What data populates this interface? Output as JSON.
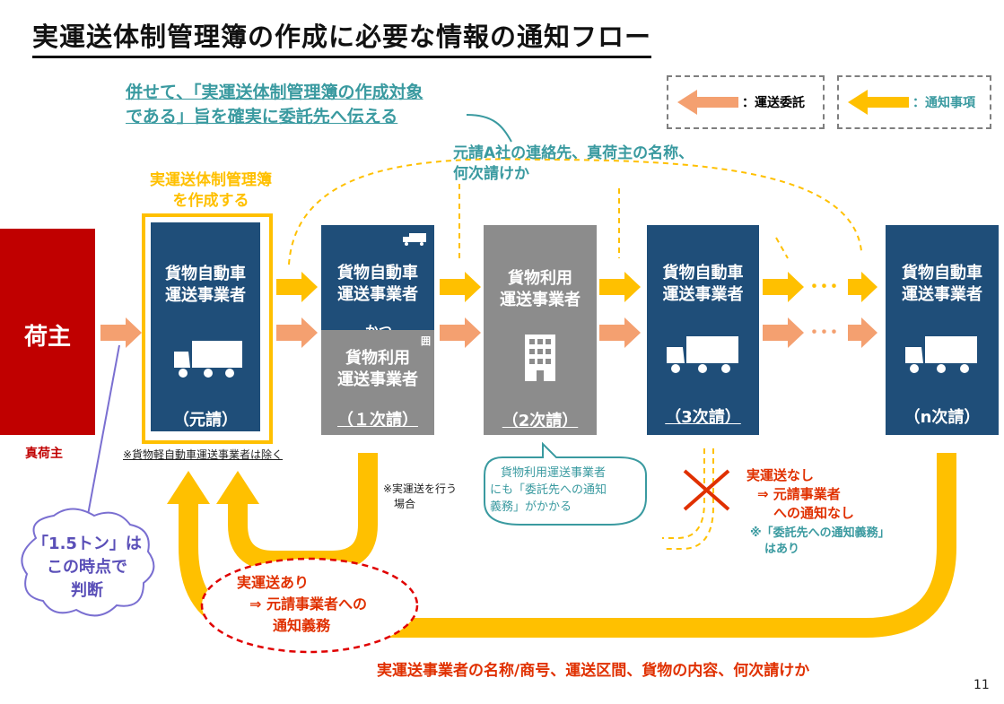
{
  "title": "実運送体制管理簿の作成に必要な情報の通知フロー",
  "top_note": {
    "line1": "併せて、「実運送体制管理簿の作成対象",
    "line2": "である」旨を確実に委託先へ伝える"
  },
  "legend": {
    "consign": "：運送委託",
    "notify": "：通知事項"
  },
  "notice_info": {
    "line1": "元請A社の連絡先、真荷主の名称、",
    "line2": "何次請けか"
  },
  "create_label": {
    "line1": "実運送体制管理簿",
    "line2": "を作成する"
  },
  "shipper": {
    "label": "荷主",
    "caption": "真荷主"
  },
  "prime": {
    "line1": "貨物自動車",
    "line2": "運送事業者",
    "tier": "（元請）"
  },
  "first": {
    "line1": "貨物自動車",
    "line2": "運送事業者",
    "and": "かつ",
    "line3": "貨物利用",
    "line4": "運送事業者",
    "tier": "（１次請）",
    "mark": "囲"
  },
  "second": {
    "line1": "貨物利用",
    "line2": "運送事業者",
    "tier": "（2次請）"
  },
  "third": {
    "line1": "貨物自動車",
    "line2": "運送事業者",
    "tier": "（3次請）"
  },
  "nth": {
    "line1": "貨物自動車",
    "line2": "運送事業者",
    "tier": "（n次請）"
  },
  "exclude_note": "※貨物軽自動車運送事業者は除く",
  "actual_note": {
    "line1": "※実運送を行う",
    "line2": "場合"
  },
  "bubble_teal": {
    "line1": "貨物利用運送事業者",
    "line2": "にも「委託先への通知",
    "line3": "義務」がかかる"
  },
  "cloud": {
    "line1": "「1.5トン」は",
    "line2": "この時点で",
    "line3": "判断"
  },
  "oval": {
    "line1": "実運送あり",
    "line2": "⇒ 元請事業者への",
    "line3": "通知義務"
  },
  "no_actual": {
    "line1": "実運送なし",
    "line2": "⇒ 元請事業者",
    "line3": "への通知なし",
    "line4": "※「委託先への通知義務」",
    "line5": "はあり"
  },
  "bottom_info": "実運送事業者の名称/商号、運送区間、貨物の内容、何次請けか",
  "page_number": "11",
  "colors": {
    "navy": "#1f4e79",
    "grey": "#8c8c8c",
    "red": "#c00000",
    "yellow": "#ffc000",
    "salmon": "#f4a070",
    "teal": "#3a9aa0"
  }
}
